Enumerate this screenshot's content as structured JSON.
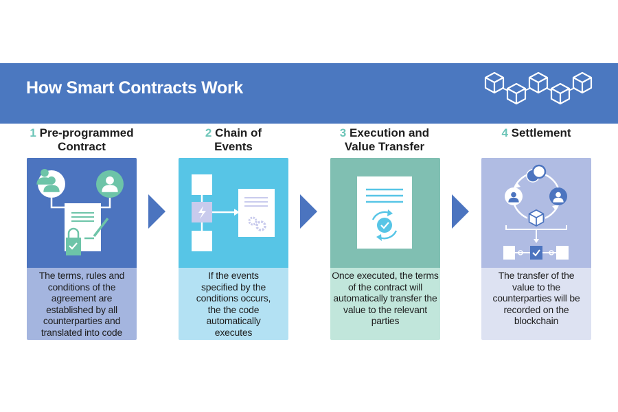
{
  "title": "How Smart Contracts Work",
  "colors": {
    "banner": "#4b78c0",
    "accent": "#6cc5b8"
  },
  "steps": [
    {
      "number": "1",
      "heading": "Pre-programmed Contract",
      "description": "The terms, rules and conditions of the agreement are established by all counterparties and translated into code",
      "top": "#4c74bf",
      "bottom": "#a4b5df",
      "icon": "contract-signing-icon"
    },
    {
      "number": "2",
      "heading": "Chain of Events",
      "description": "If the events specified by the conditions occurs, the the code automatically executes",
      "top": "#57c5e6",
      "bottom": "#b3e1f3",
      "icon": "event-trigger-icon"
    },
    {
      "number": "3",
      "heading": "Execution and Value Transfer",
      "description": "Once executed, the terms of the contract will automatically transfer the value to the relevant parties",
      "top": "#80bfb2",
      "bottom": "#c1e6db",
      "icon": "execution-document-icon"
    },
    {
      "number": "4",
      "heading": "Settlement",
      "description": "The transfer of the value to the counterparties will be recorded on the blockchain",
      "top": "#b0bce3",
      "bottom": "#dde2f2",
      "icon": "settlement-blockchain-icon"
    }
  ]
}
